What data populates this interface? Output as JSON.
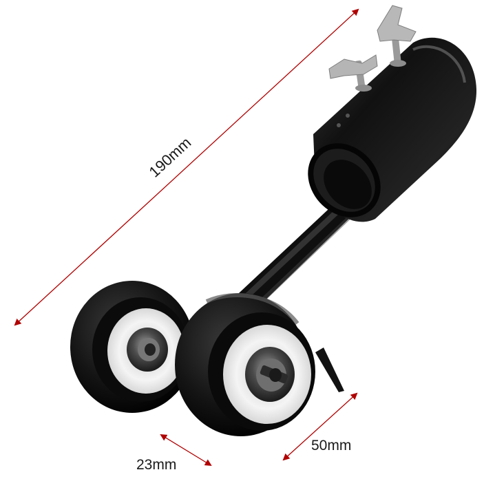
{
  "dimensions": {
    "length_label": "190mm",
    "wheel_width_label": "23mm",
    "wheel_diameter_label": "50mm"
  },
  "colors": {
    "arrow": "#b00000",
    "metal": "#111111",
    "tire": "#0d0d0d",
    "hub": "#ececec"
  }
}
